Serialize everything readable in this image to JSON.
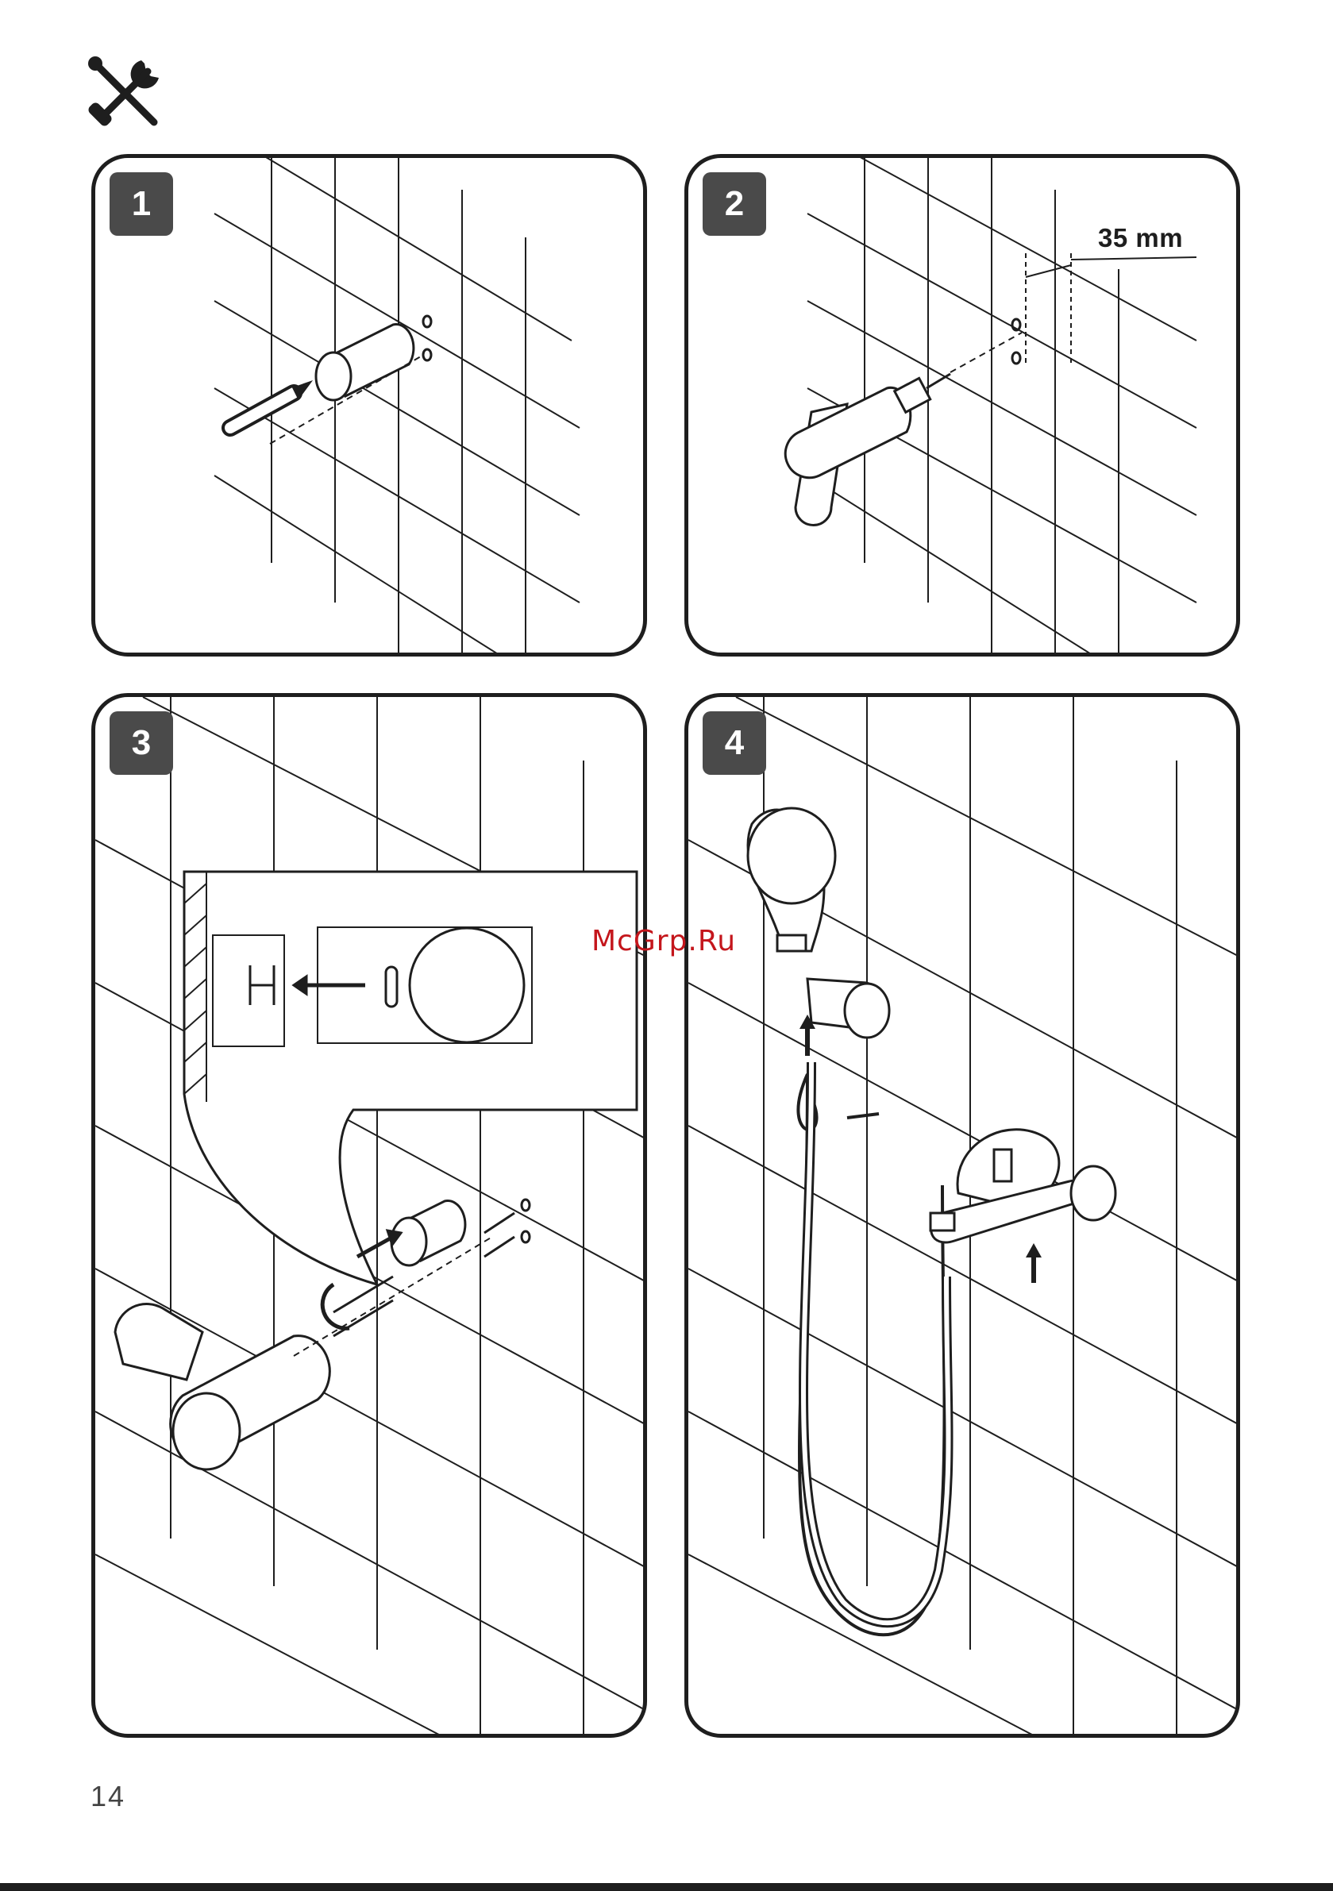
{
  "header": {
    "icon": "tools-icon"
  },
  "steps": [
    {
      "number": "1",
      "icon": "hole-saw-marking-icon"
    },
    {
      "number": "2",
      "icon": "drill-icon",
      "measurement": "35 mm"
    },
    {
      "number": "3",
      "icon": "holder-screw-mounting-icon"
    },
    {
      "number": "4",
      "icon": "hand-shower-hose-connection-icon"
    }
  ],
  "watermark": "McGrp.Ru",
  "footer": {
    "page_number": "14"
  }
}
